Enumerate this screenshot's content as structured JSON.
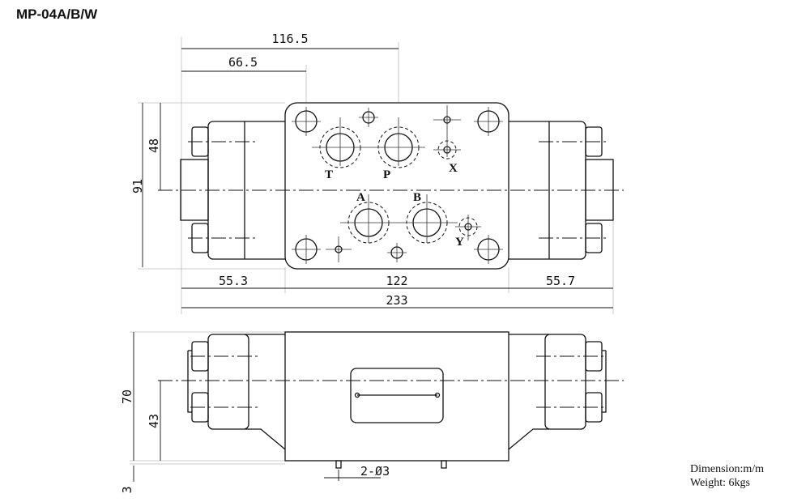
{
  "title": "MP-04A/B/W",
  "dimensions": {
    "d116_5": "116.5",
    "d66_5": "66.5",
    "d91": "91",
    "d48": "48",
    "d55_3": "55.3",
    "d122": "122",
    "d55_7": "55.7",
    "d233": "233",
    "d70": "70",
    "d43": "43",
    "d3": "3",
    "pins": "2-Ø3"
  },
  "ports": {
    "t": "T",
    "p": "P",
    "a": "A",
    "b": "B",
    "x": "X",
    "y": "Y"
  },
  "notes": {
    "units": "Dimension:m/m",
    "weight": "Weight: 6kgs"
  }
}
